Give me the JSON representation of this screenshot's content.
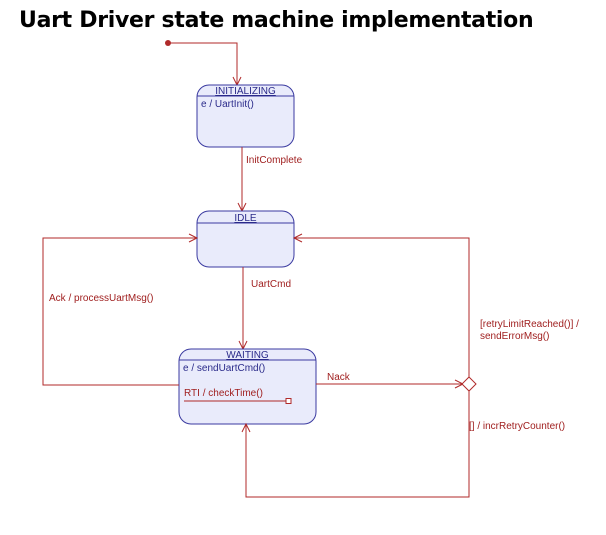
{
  "title": "Uart Driver state machine implementation",
  "colors": {
    "state_fill": "#e9ebfb",
    "state_border": "#3a3aa0",
    "state_text": "#2a2a8a",
    "transition": "#b02a2a",
    "transition_text": "#a02020"
  },
  "states": {
    "initializing": {
      "name": "INITIALIZING",
      "entry": "e / UartInit()"
    },
    "idle": {
      "name": "IDLE"
    },
    "waiting": {
      "name": "WAITING",
      "entry": "e / sendUartCmd()",
      "internal": "RTI / checkTime()"
    }
  },
  "transitions": {
    "init_complete": "InitComplete",
    "uart_cmd": "UartCmd",
    "ack": "Ack / processUartMsg()",
    "nack": "Nack",
    "retry_limit_line1": "[retryLimitReached()] /",
    "retry_limit_line2": "sendErrorMsg()",
    "retry": "[] / incrRetryCounter()"
  }
}
